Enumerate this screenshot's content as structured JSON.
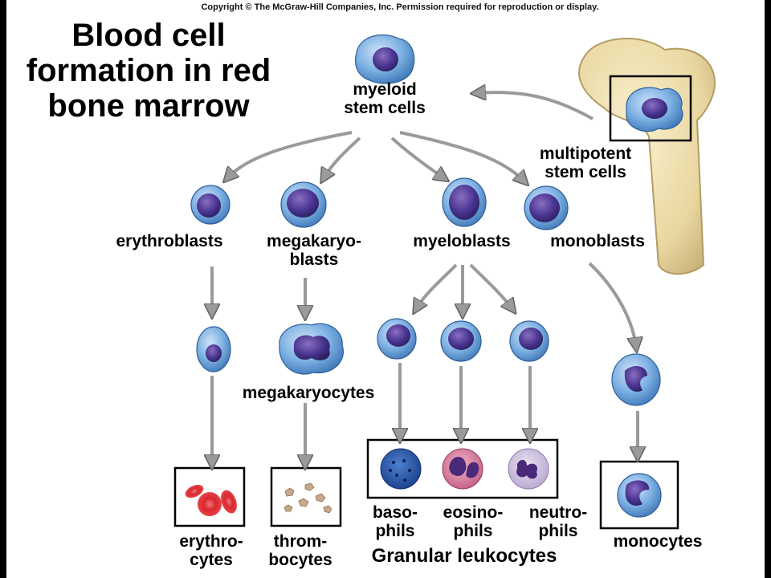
{
  "copyright": "Copyright © The McGraw-Hill Companies, Inc. Permission required for reproduction or display.",
  "title": "Blood cell formation in red bone marrow",
  "labels": {
    "myeloid_stem_cells": "myeloid\nstem cells",
    "multipotent_stem_cells": "multipotent\nstem cells",
    "erythroblasts": "erythroblasts",
    "megakaryoblasts": "megakaryo-\nblasts",
    "myeloblasts": "myeloblasts",
    "monoblasts": "monoblasts",
    "megakaryocytes": "megakaryocytes",
    "erythrocytes": "erythro-\ncytes",
    "thrombocytes": "throm-\nbocytes",
    "basophils": "baso-\nphils",
    "eosinophils": "eosino-\nphils",
    "neutrophils": "neutro-\nphils",
    "granular_leukocytes": "Granular leukocytes",
    "monocytes": "monocytes"
  },
  "colors": {
    "cell_membrane": "#6a9ed6",
    "cell_nucleus": "#3b2f7a",
    "arrow": "#9a9a9a",
    "bone": "#ecdcab",
    "rbc": "#e0323a",
    "platelet": "#c7a98a"
  }
}
